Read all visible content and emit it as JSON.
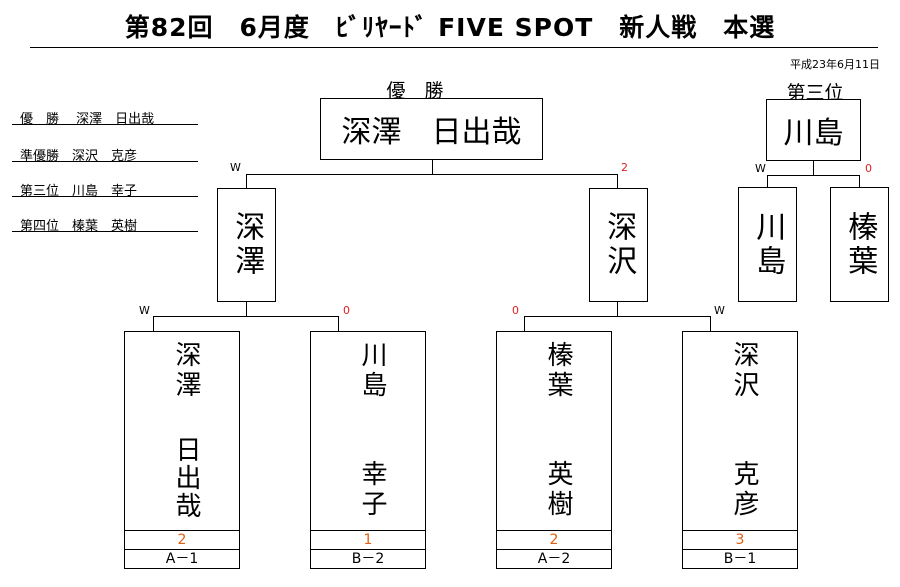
{
  "title": "第82回　6月度　ﾋﾞﾘﾔｰﾄﾞ FIVE SPOT　新人戦　本選",
  "date": "平成23年6月11日",
  "results": [
    "優　勝　 深澤　日出哉",
    "準優勝　深沢　克彦",
    "第三位　川島　幸子",
    "第四位　榛葉　英樹"
  ],
  "champion": {
    "label": "優　勝",
    "name": "深澤　日出哉"
  },
  "third": {
    "label": "第三位",
    "name": "川島"
  },
  "final": {
    "left": {
      "name": "深澤",
      "mark": "W"
    },
    "right": {
      "name": "深沢",
      "mark": "2"
    }
  },
  "third_match": {
    "left": {
      "name": "川島",
      "mark": "W"
    },
    "right": {
      "name": "榛葉",
      "mark": "0"
    }
  },
  "semifinals": [
    {
      "left_mark": "W",
      "right_mark": "0"
    },
    {
      "left_mark": "0",
      "right_mark": "W"
    }
  ],
  "entrants": [
    {
      "name_top": "深澤",
      "name_bottom": "日出哉",
      "score": "2",
      "code": "A－1"
    },
    {
      "name_top": "川島",
      "name_bottom": "幸子",
      "score": "1",
      "code": "B－2"
    },
    {
      "name_top": "榛葉",
      "name_bottom": "英樹",
      "score": "2",
      "code": "A－2"
    },
    {
      "name_top": "深沢",
      "name_bottom": "克彦",
      "score": "3",
      "code": "B－1"
    }
  ],
  "colors": {
    "loss_mark": "#e02020",
    "score": "#e06010"
  }
}
